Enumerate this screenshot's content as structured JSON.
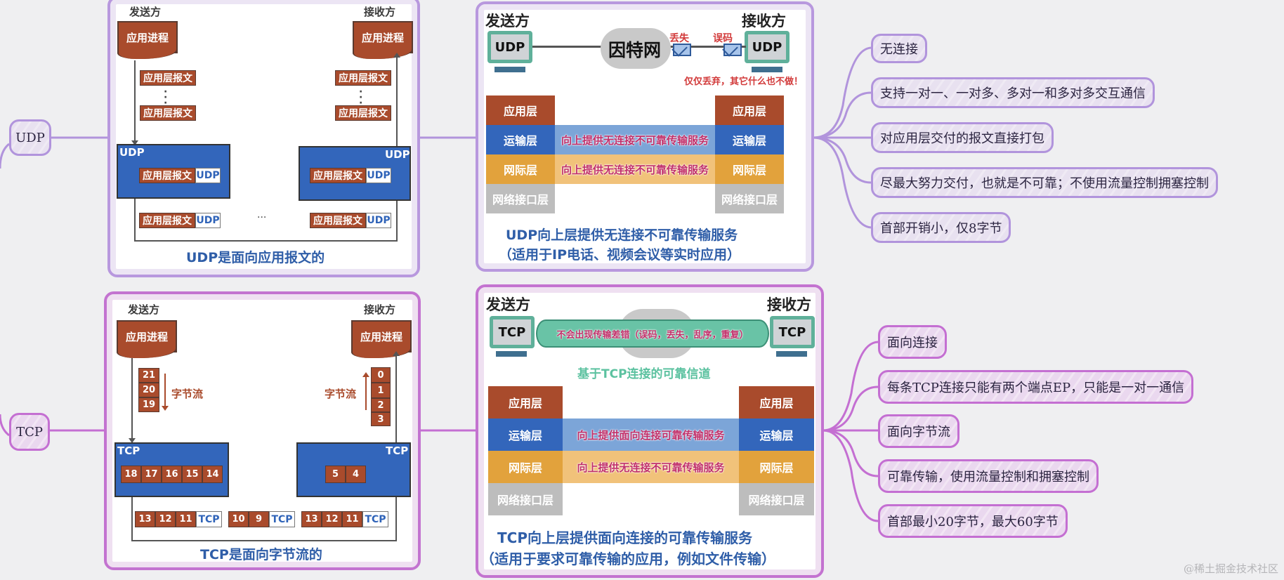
{
  "colors": {
    "udp_accent": "#b898de",
    "tcp_accent": "#c373d0",
    "app_layer": "#a94b2c",
    "transport_layer": "#3366bb",
    "internet_layer": "#e2a23c",
    "link_layer": "#bdbdbd",
    "caption_blue": "#2f5ea8",
    "highlight_red": "#c1306a",
    "teal": "#5cc2a0"
  },
  "udp": {
    "node_label": "UDP",
    "packet_diagram": {
      "sender_label": "发送方",
      "receiver_label": "接收方",
      "sender_process": "应用进程",
      "receiver_process": "应用进程",
      "app_message": "应用层报文",
      "protocol_label": "UDP",
      "ellipsis": "···",
      "caption": "UDP是面向应用报文的"
    },
    "service_diagram": {
      "sender_label": "发送方",
      "receiver_label": "接收方",
      "host_label": "UDP",
      "internet_label": "因特网",
      "loss_label": "丢失",
      "error_label": "误码",
      "drop_note": "仅仅丢弃，其它什么也不做！",
      "layers": [
        "应用层",
        "运输层",
        "网际层",
        "网络接口层"
      ],
      "transport_service": "向上提供无连接不可靠传输服务",
      "internet_service": "向上提供无连接不可靠传输服务",
      "caption_line1": "UDP向上层提供无连接不可靠传输服务",
      "caption_line2": "（适用于IP电话、视频会议等实时应用）"
    },
    "features": [
      "无连接",
      "支持一对一、一对多、多对一和多对多交互通信",
      "对应用层交付的报文直接打包",
      "尽最大努力交付，也就是不可靠；不使用流量控制拥塞控制",
      "首部开销小，仅8字节"
    ]
  },
  "tcp": {
    "node_label": "TCP",
    "stream_diagram": {
      "sender_label": "发送方",
      "receiver_label": "接收方",
      "sender_process": "应用进程",
      "receiver_process": "应用进程",
      "byte_stream_label": "字节流",
      "protocol_label": "TCP",
      "sender_queue": [
        "21",
        "20",
        "19"
      ],
      "receiver_queue": [
        "0",
        "1",
        "2",
        "3"
      ],
      "sender_buffer": [
        "18",
        "17",
        "16",
        "15",
        "14"
      ],
      "receiver_buffer": [
        "5",
        "4"
      ],
      "segments": [
        {
          "bytes": [
            "13",
            "12",
            "11"
          ],
          "header": "TCP"
        },
        {
          "bytes": [
            "10",
            "9"
          ],
          "header": "TCP"
        },
        {
          "bytes": [
            "13",
            "12",
            "11"
          ],
          "header": "TCP"
        }
      ],
      "caption": "TCP是面向字节流的"
    },
    "service_diagram": {
      "sender_label": "发送方",
      "receiver_label": "接收方",
      "host_label": "TCP",
      "pipe_label": "不会出现传输差错（误码，丢失，乱序，重复）",
      "channel_label": "基于TCP连接的可靠信道",
      "layers": [
        "应用层",
        "运输层",
        "网际层",
        "网络接口层"
      ],
      "transport_service": "向上提供面向连接可靠传输服务",
      "internet_service": "向上提供无连接不可靠传输服务",
      "caption_line1": "TCP向上层提供面向连接的可靠传输服务",
      "caption_line2": "（适用于要求可靠传输的应用，例如文件传输）"
    },
    "features": [
      "面向连接",
      "每条TCP连接只能有两个端点EP，只能是一对一通信",
      "面向字节流",
      "可靠传输，使用流量控制和拥塞控制",
      "首部最小20字节，最大60字节"
    ]
  },
  "watermark": "@稀土掘金技术社区"
}
